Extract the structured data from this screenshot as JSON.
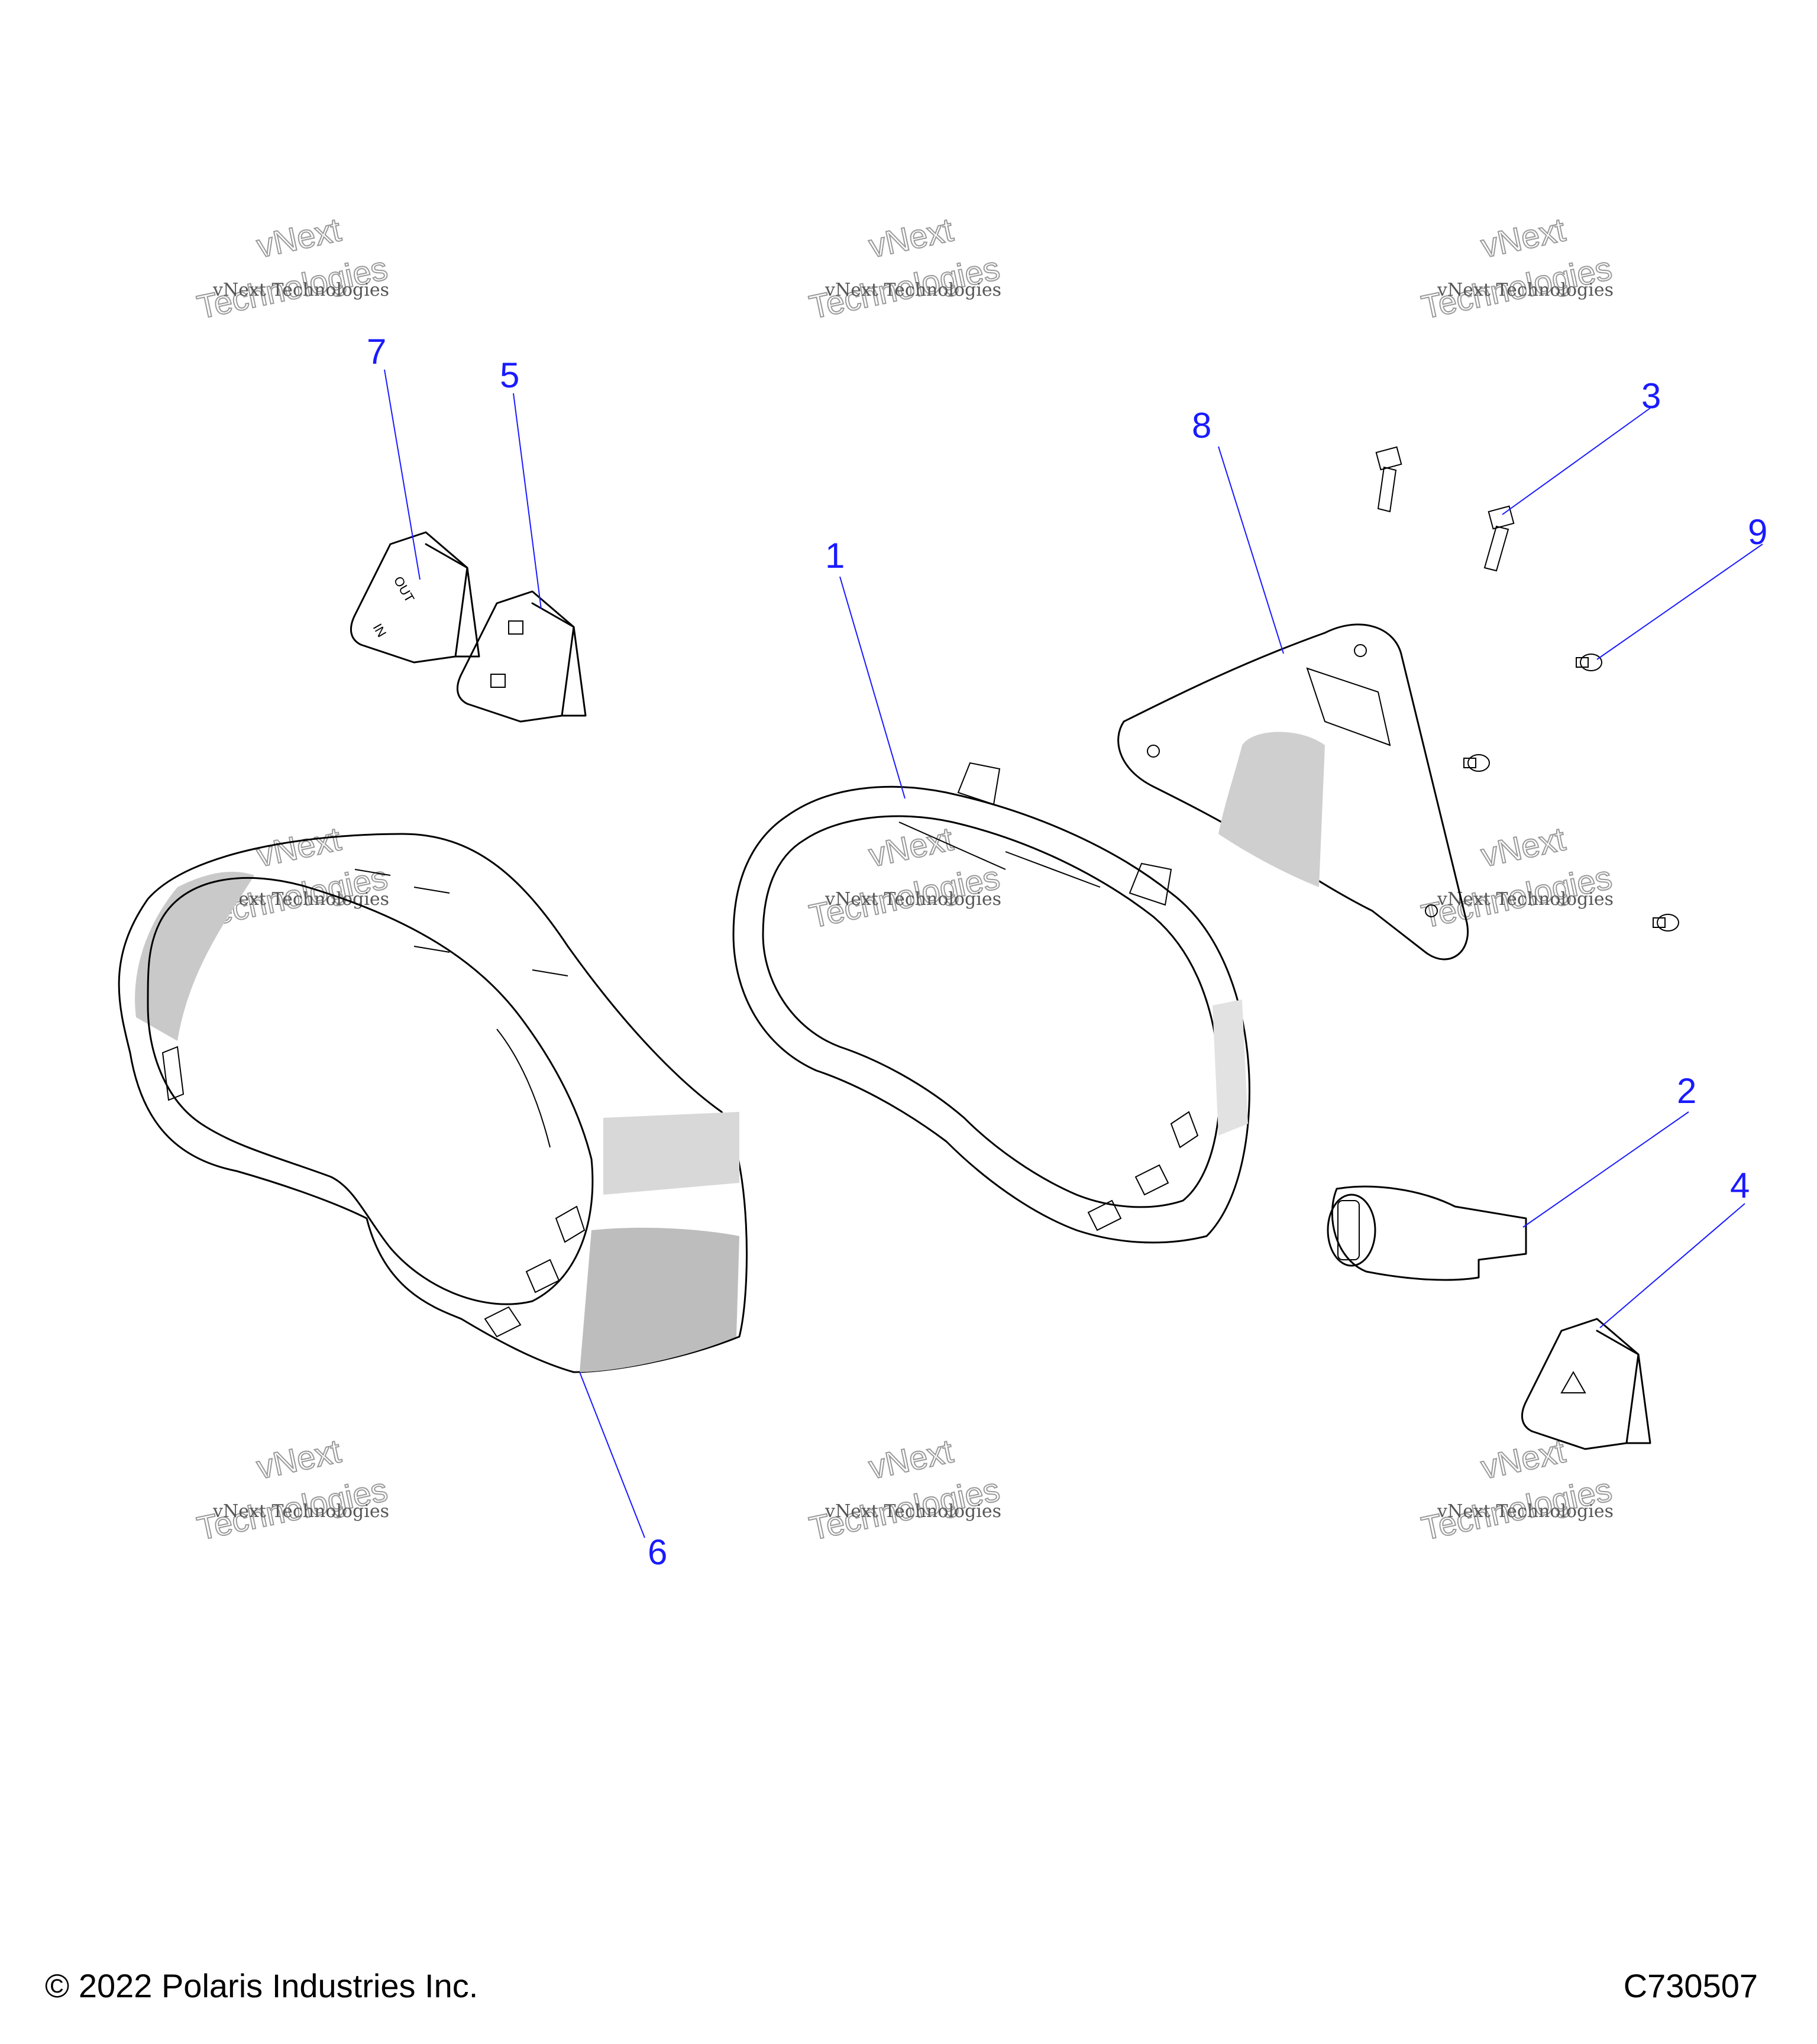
{
  "diagram": {
    "callouts": [
      "1",
      "2",
      "3",
      "4",
      "5",
      "6",
      "7",
      "8",
      "9"
    ],
    "watermark_small": "vNext Technologies",
    "watermark_line1": "vNext",
    "watermark_line2": "Technologies",
    "switch_7_text_out": "OUT",
    "switch_7_text_in": "IN"
  },
  "footer": {
    "copyright": "© 2022 Polaris Industries Inc.",
    "drawing_id": "C730507"
  },
  "colors": {
    "callout": "#1a1aff",
    "leader": "#1a1aff",
    "shade_light": "#d8d8d8",
    "shade_dark": "#b8b8b8"
  }
}
